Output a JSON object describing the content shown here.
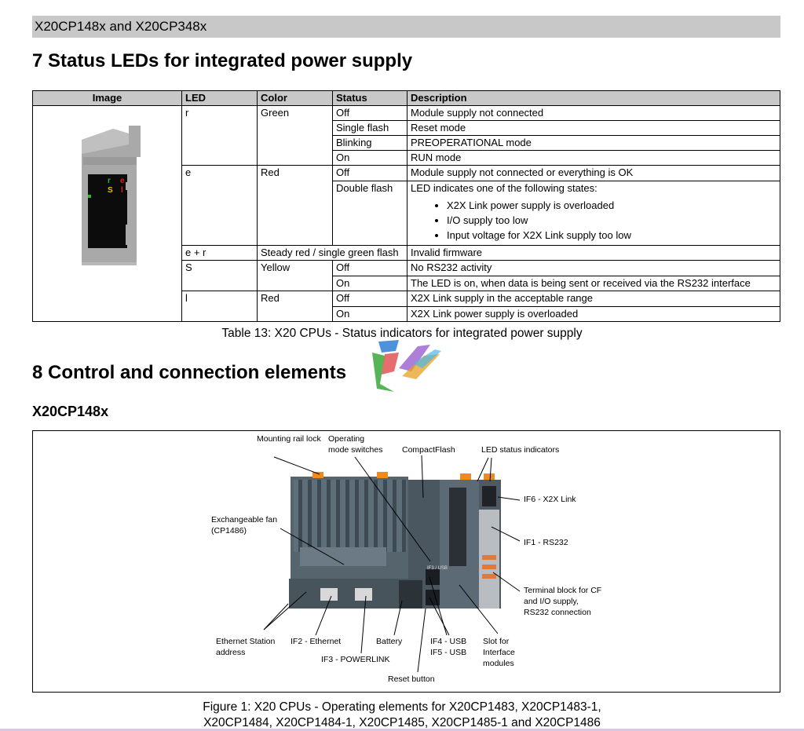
{
  "header": {
    "title": "X20CP148x and X20CP348x"
  },
  "section7": {
    "title": "7 Status LEDs for integrated power supply"
  },
  "table": {
    "headers": [
      "Image",
      "LED",
      "Color",
      "Status",
      "Description"
    ],
    "image_leds": {
      "r": "r",
      "e": "e",
      "S": "S",
      "l": "l"
    },
    "groups": [
      {
        "led": "r",
        "color": "Green",
        "rows": [
          {
            "status": "Off",
            "description": "Module supply not connected"
          },
          {
            "status": "Single flash",
            "description": "Reset mode"
          },
          {
            "status": "Blinking",
            "description": "PREOPERATIONAL mode"
          },
          {
            "status": "On",
            "description": "RUN mode"
          }
        ]
      },
      {
        "led": "e",
        "color": "Red",
        "rows": [
          {
            "status": "Off",
            "description": "Module supply not connected or everything is OK"
          },
          {
            "status": "Double flash",
            "description": "LED indicates one of the following states:",
            "bullets": [
              "X2X Link power supply is overloaded",
              "I/O supply too low",
              "Input voltage for X2X Link supply too low"
            ]
          }
        ]
      },
      {
        "led": "e + r",
        "color": "Steady red / single green flash",
        "rows": [
          {
            "status": "",
            "description": "Invalid firmware"
          }
        ]
      },
      {
        "led": "S",
        "color": "Yellow",
        "rows": [
          {
            "status": "Off",
            "description": "No RS232 activity"
          },
          {
            "status": "On",
            "description": "The LED is on, when data is being sent or received via the RS232 interface"
          }
        ]
      },
      {
        "led": "l",
        "color": "Red",
        "rows": [
          {
            "status": "Off",
            "description": "X2X Link supply in the acceptable range"
          },
          {
            "status": "On",
            "description": "X2X Link power supply is overloaded"
          }
        ]
      }
    ]
  },
  "table_caption": "Table 13: X20 CPUs - Status indicators for integrated power supply",
  "section8": {
    "title": "8 Control and connection elements"
  },
  "subheading": "X20CP148x",
  "figure": {
    "callouts": {
      "mounting_rail_lock": "Mounting rail lock",
      "operating_mode_switches": "Operating mode switches",
      "compactflash": "CompactFlash",
      "led_status_indicators": "LED status indicators",
      "if6": "IF6 - X2X Link",
      "exchangeable_fan": "Exchangeable fan (CP1486)",
      "if1": "IF1 - RS232",
      "terminal_block": "Terminal block for CF and I/O supply, RS232 connection",
      "ethernet_station": "Ethernet Station address",
      "if2": "IF2 - Ethernet",
      "battery": "Battery",
      "if4": "IF4 - USB",
      "if5": "IF5 - USB",
      "slot_interface": "Slot for Interface modules",
      "if3": "IF3 - POWERLINK",
      "reset_button": "Reset button"
    },
    "device_labels": {
      "port_label": "IF3 / USB"
    }
  },
  "figure_caption": {
    "line1": "Figure 1: X20 CPUs - Operating elements for X20CP1483, X20CP1483-1,",
    "line2": "X20CP1484, X20CP1484-1, X20CP1485, X20CP1485-1 and X20CP1486"
  },
  "colors": {
    "header_gray": "#c8c8c8",
    "led_green": "#2db52d",
    "led_red": "#e02020",
    "led_yellow": "#e8c000",
    "accent_orange": "#f08a1c"
  }
}
